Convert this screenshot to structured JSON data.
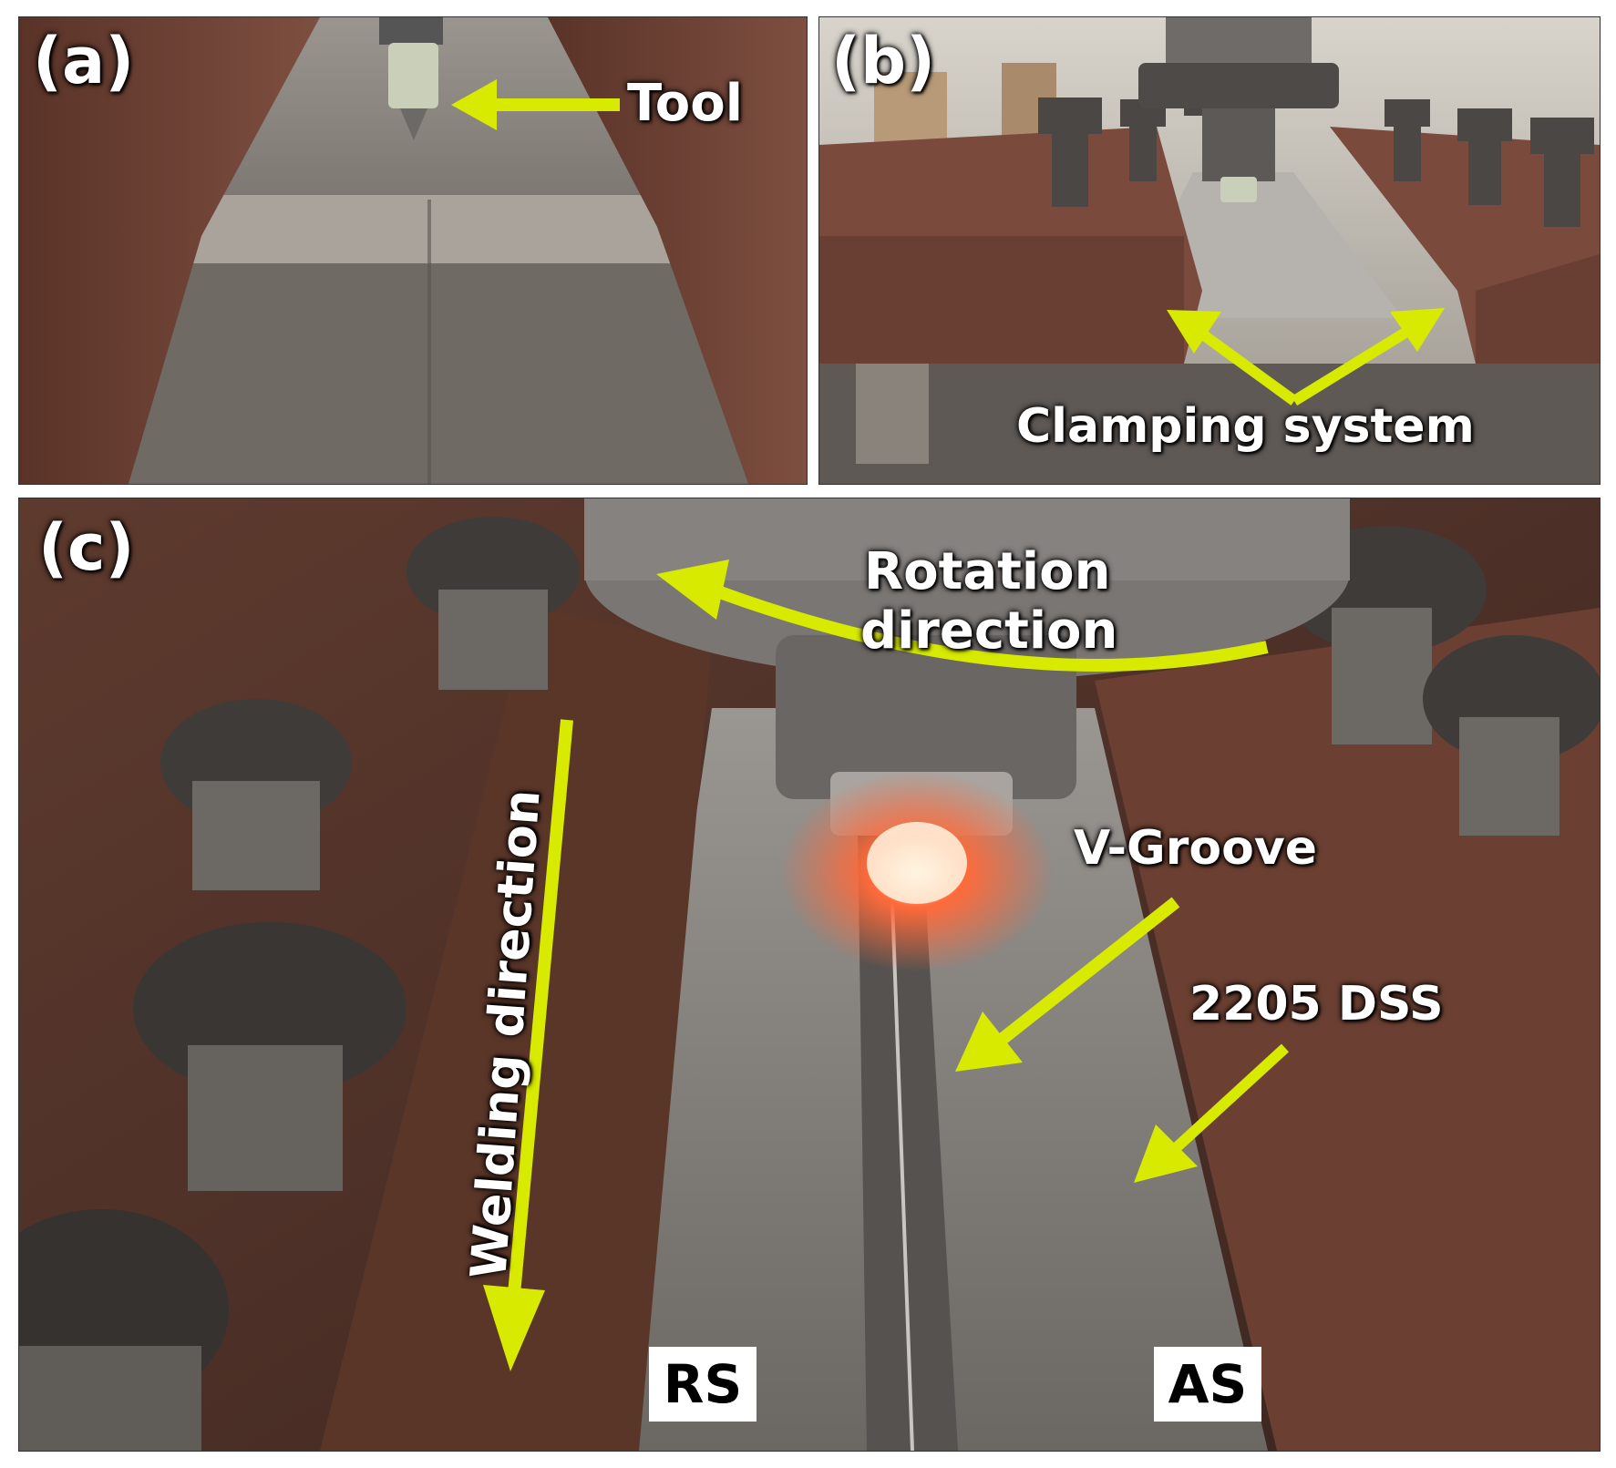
{
  "panels": {
    "a": {
      "tag": "(a)",
      "tool_label": "Tool"
    },
    "b": {
      "tag": "(b)",
      "clamp_label": "Clamping system"
    },
    "c": {
      "tag": "(c)",
      "rotation_label_line1": "Rotation",
      "rotation_label_line2": "direction",
      "welding_label": "Welding direction",
      "vgroove_label": "V-Groove",
      "material_label": "2205 DSS",
      "rs_label": "RS",
      "as_label": "AS"
    }
  },
  "colors": {
    "arrow": "#d7ea00",
    "label_text": "#ffffff",
    "clamp_rust": "#7a4a3c",
    "plate_steel": "#8a8682",
    "glow": "#ff6a3a"
  }
}
